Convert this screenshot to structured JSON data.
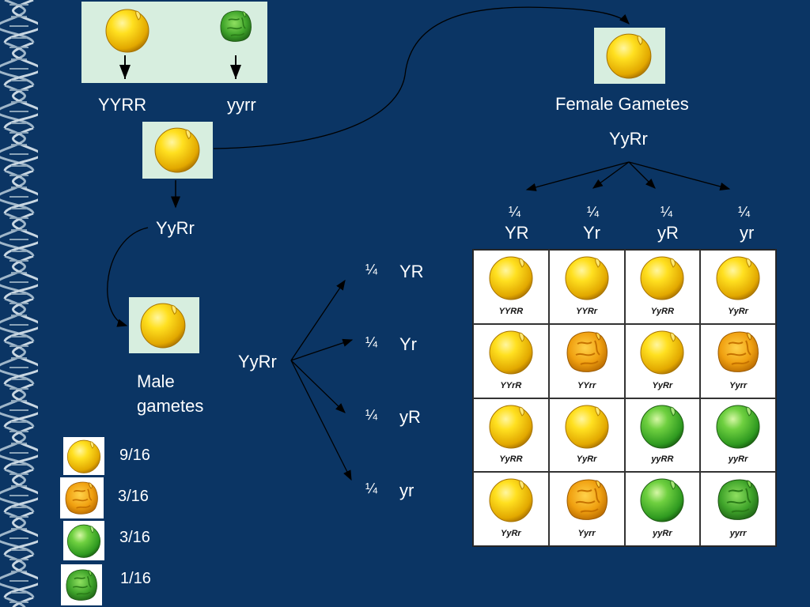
{
  "parents": {
    "p1_label": "YYRR",
    "p2_label": "yyrr"
  },
  "f1_label": "YyRr",
  "female": {
    "title": "Female Gametes",
    "genotype": "YyRr",
    "gametes": [
      {
        "fraction": "¼",
        "allele": "YR"
      },
      {
        "fraction": "¼",
        "allele": "Yr"
      },
      {
        "fraction": "¼",
        "allele": "yR"
      },
      {
        "fraction": "¼",
        "allele": "yr"
      }
    ]
  },
  "male": {
    "title_line1": "Male",
    "title_line2": "gametes",
    "genotype": "YyRr",
    "gametes": [
      {
        "fraction": "¼",
        "allele": "YR"
      },
      {
        "fraction": "¼",
        "allele": "Yr"
      },
      {
        "fraction": "¼",
        "allele": "yR"
      },
      {
        "fraction": "¼",
        "allele": "yr"
      }
    ]
  },
  "punnett": {
    "rows": [
      [
        {
          "g": "YYRR",
          "pea": "yellow-round"
        },
        {
          "g": "YYRr",
          "pea": "yellow-round"
        },
        {
          "g": "YyRR",
          "pea": "yellow-round"
        },
        {
          "g": "YyRr",
          "pea": "yellow-round"
        }
      ],
      [
        {
          "g": "YYrR",
          "pea": "yellow-round"
        },
        {
          "g": "YYrr",
          "pea": "yellow-wrinkled"
        },
        {
          "g": "YyRr",
          "pea": "yellow-round"
        },
        {
          "g": "Yyrr",
          "pea": "yellow-wrinkled"
        }
      ],
      [
        {
          "g": "YyRR",
          "pea": "yellow-round"
        },
        {
          "g": "YyRr",
          "pea": "yellow-round"
        },
        {
          "g": "yyRR",
          "pea": "green-round"
        },
        {
          "g": "yyRr",
          "pea": "green-round"
        }
      ],
      [
        {
          "g": "YyRr",
          "pea": "yellow-round"
        },
        {
          "g": "Yyrr",
          "pea": "yellow-wrinkled"
        },
        {
          "g": "yyRr",
          "pea": "green-round"
        },
        {
          "g": "yyrr",
          "pea": "green-wrinkled"
        }
      ]
    ]
  },
  "ratios": [
    {
      "pea": "yellow-round",
      "value": "9/16"
    },
    {
      "pea": "yellow-wrinkled",
      "value": "3/16"
    },
    {
      "pea": "green-round",
      "value": "3/16"
    },
    {
      "pea": "green-wrinkled",
      "value": "1/16"
    }
  ],
  "colors": {
    "background": "#0b3564",
    "yellow": "#f5d400",
    "green": "#5cc23a",
    "box": "#d7eedf"
  }
}
